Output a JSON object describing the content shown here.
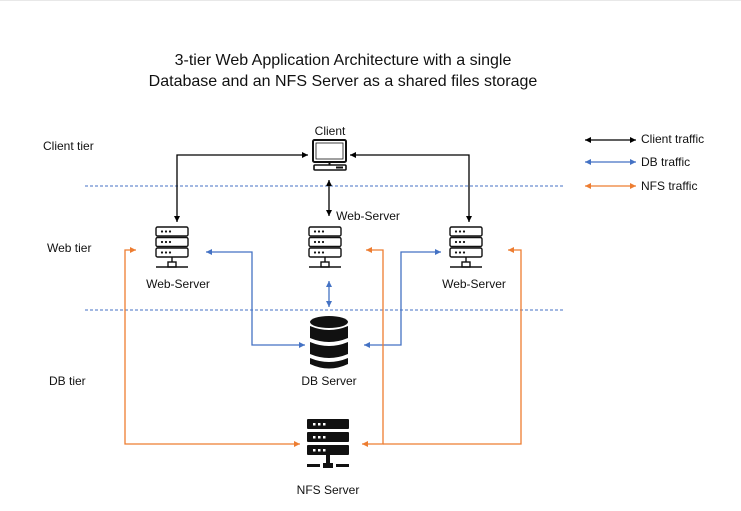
{
  "title": {
    "line1": "3-tier Web Application Architecture with a single",
    "line2": "Database and an NFS  Server as a shared files storage"
  },
  "tiers": {
    "client": "Client tier",
    "web": "Web tier",
    "db": "DB tier"
  },
  "nodes": {
    "client": "Client",
    "web_left": "Web-Server",
    "web_middle": "Web-Server",
    "web_right": "Web-Server",
    "db": "DB Server",
    "nfs": "NFS Server"
  },
  "legend": {
    "client": {
      "label": "Client traffic",
      "color": "#000000"
    },
    "db": {
      "label": "DB traffic",
      "color": "#4472C4"
    },
    "nfs": {
      "label": "NFS traffic",
      "color": "#ED7D31"
    }
  },
  "colors": {
    "tier_divider": "#4472C4"
  }
}
